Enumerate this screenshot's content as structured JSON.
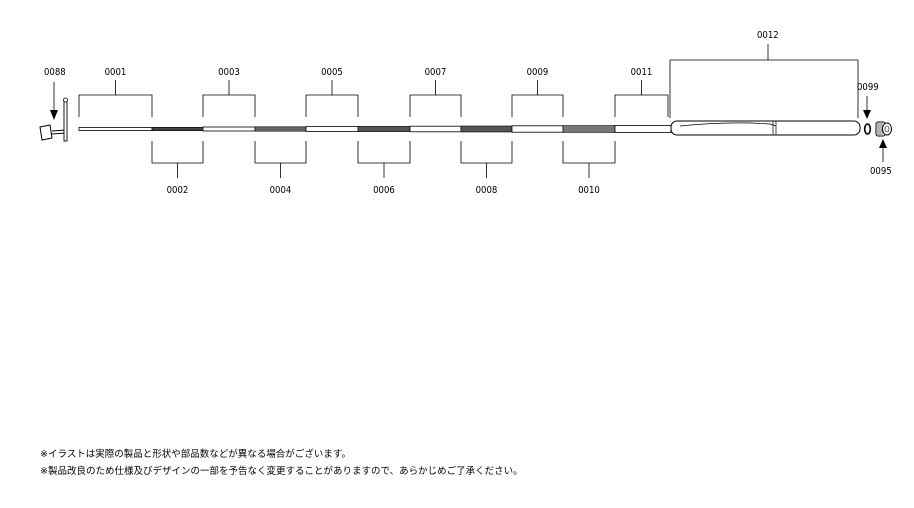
{
  "diagram": {
    "parts": [
      {
        "id": "0001",
        "pos": "top"
      },
      {
        "id": "0002",
        "pos": "bottom"
      },
      {
        "id": "0003",
        "pos": "top"
      },
      {
        "id": "0004",
        "pos": "bottom"
      },
      {
        "id": "0005",
        "pos": "top"
      },
      {
        "id": "0006",
        "pos": "bottom"
      },
      {
        "id": "0007",
        "pos": "top"
      },
      {
        "id": "0008",
        "pos": "bottom"
      },
      {
        "id": "0009",
        "pos": "top"
      },
      {
        "id": "0010",
        "pos": "bottom"
      },
      {
        "id": "0011",
        "pos": "top"
      }
    ],
    "labels": {
      "tip_top": "0088",
      "handle": "0012",
      "o_ring": "0099",
      "end_cap": "0095"
    }
  },
  "notes": {
    "line1": "※イラストは実際の製品と形状や部品数などが異なる場合がございます。",
    "line2": "※製品改良のため仕様及びデザインの一部を予告なく変更することがありますので、あらかじめご了承ください。"
  }
}
